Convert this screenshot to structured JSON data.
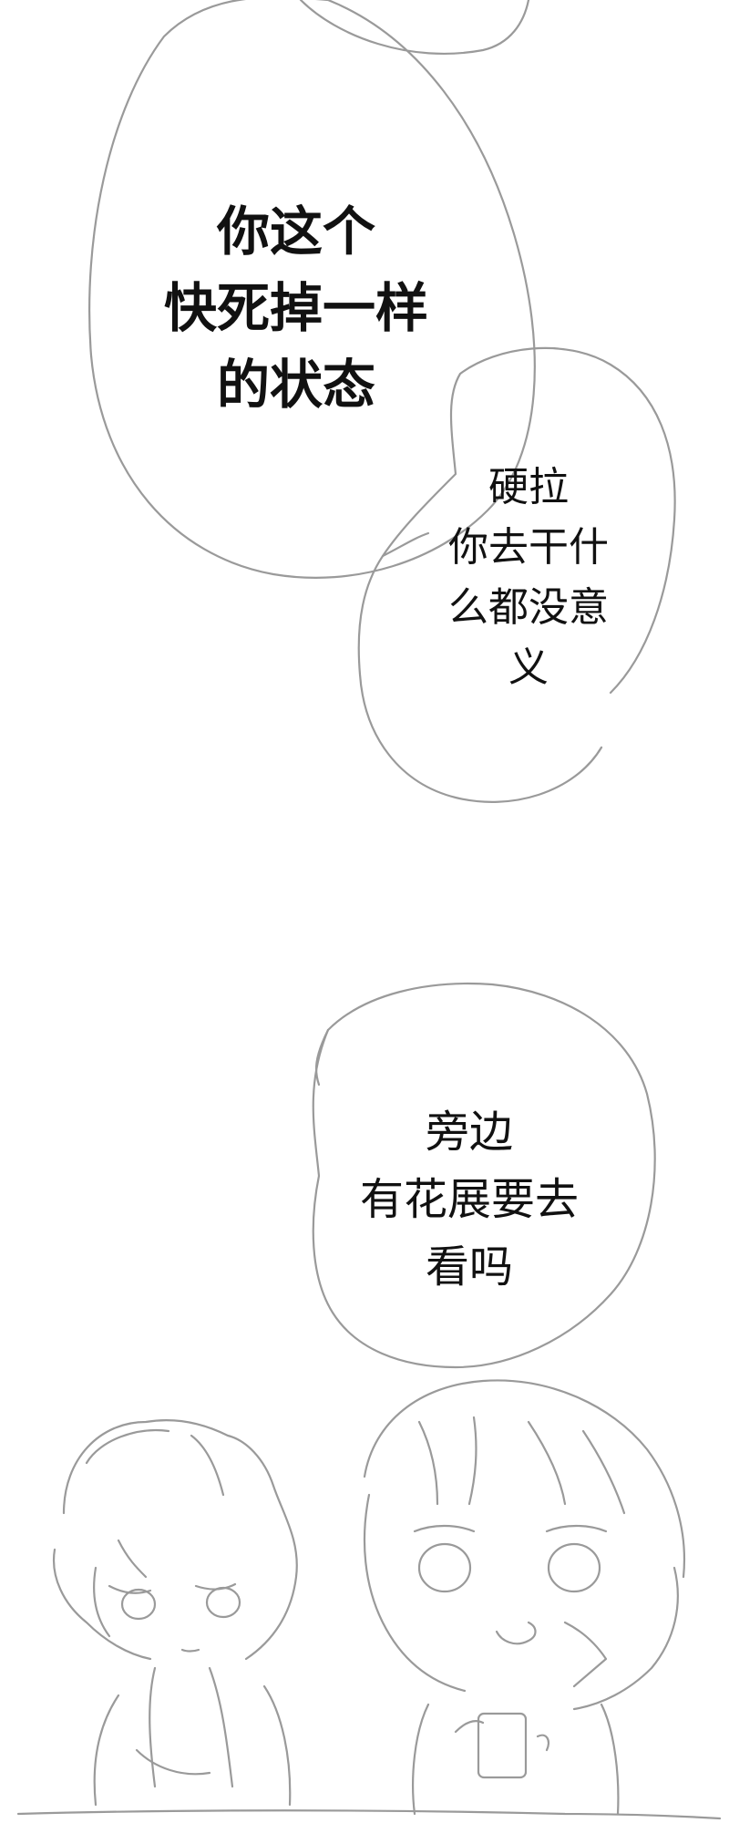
{
  "bubbles": [
    {
      "lines": [
        "你这个",
        "快死掉一样",
        "的状态"
      ]
    },
    {
      "lines": [
        "硬拉",
        "你去干什",
        "么都没意",
        "义"
      ]
    },
    {
      "lines": [
        "旁边",
        "有花展要去",
        "看吗"
      ]
    }
  ],
  "colors": {
    "background": "#ffffff",
    "line_art": "#9a9a9a",
    "text": "#111111"
  }
}
